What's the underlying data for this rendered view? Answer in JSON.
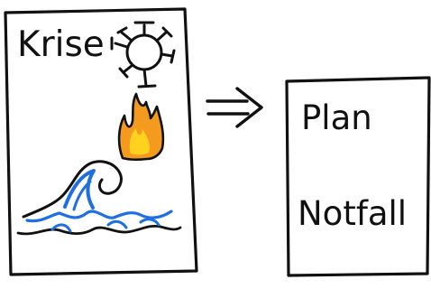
{
  "left_card": {
    "title": "Krise",
    "icons": [
      "virus-icon",
      "fire-icon",
      "wave-icon"
    ]
  },
  "arrow": {
    "icon": "double-arrow-right-icon"
  },
  "right_card": {
    "line1": "Plan",
    "line2": "Notfall"
  },
  "colors": {
    "ink": "#111111",
    "fire_orange": "#f39a1f",
    "fire_yellow": "#ffd21f",
    "wave_blue": "#1f6fe0",
    "background": "#ffffff"
  }
}
